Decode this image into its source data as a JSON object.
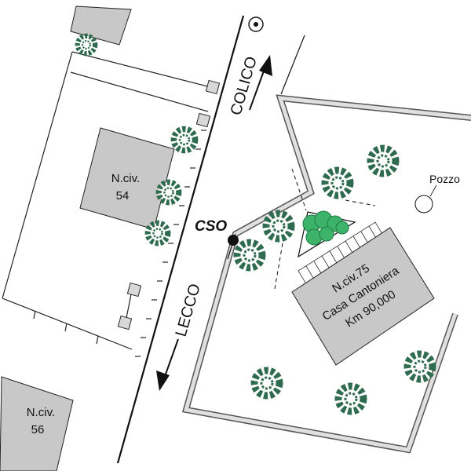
{
  "labels": {
    "colico": "COLICO",
    "lecco": "LECCO",
    "cso": "CSO",
    "pozzo": "Pozzo",
    "building_54_line1": "N.civ.",
    "building_54_line2": "54",
    "building_56_line1": "N.civ.",
    "building_56_line2": "56",
    "building_75_line1": "N.civ.75",
    "building_75_line2": "Casa Cantoniera",
    "building_75_line3": "Km 90,000"
  },
  "colors": {
    "building": "#c8c8c8",
    "wall": "#d8d8d8",
    "tree_dark": "#2e6b4f",
    "tree_light": "#3db36a",
    "line": "#111111"
  }
}
